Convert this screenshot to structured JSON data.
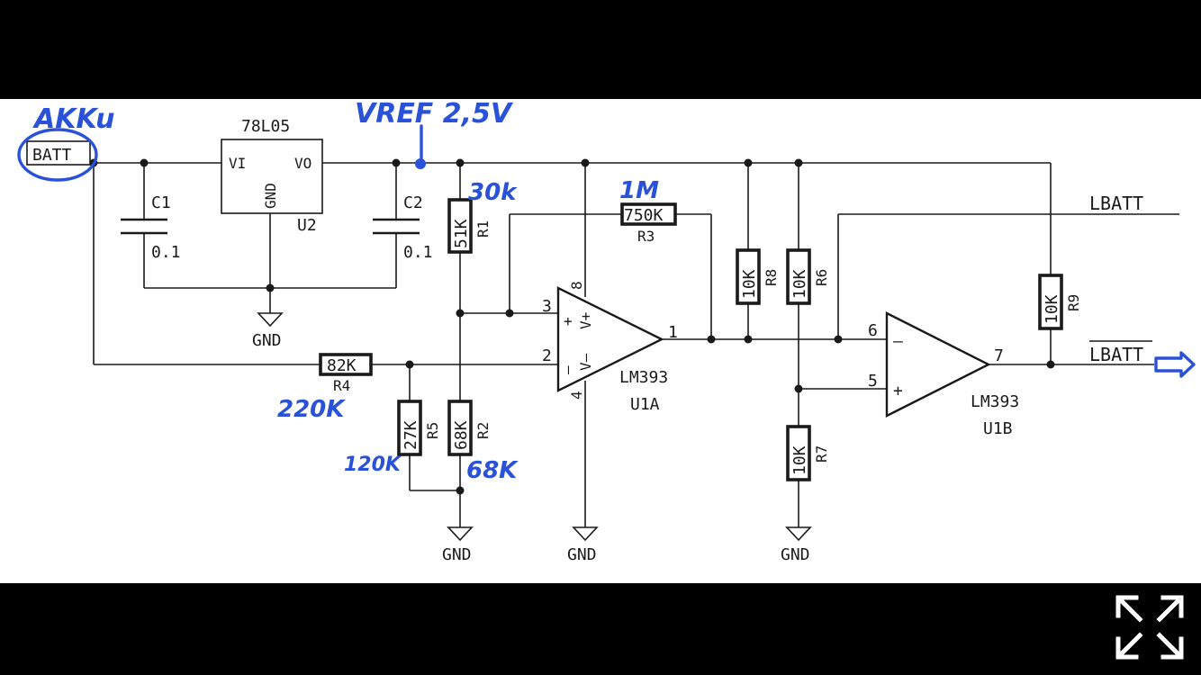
{
  "schematic": {
    "batt_label": "BATT",
    "lbatt_label": "LBATT",
    "lbatt_bar_label": "LBATT",
    "regulator": {
      "name": "78L05",
      "pin_vi": "VI",
      "pin_vo": "VO",
      "pin_gnd": "GND",
      "ref": "U2"
    },
    "c1": {
      "ref": "C1",
      "value": "0.1"
    },
    "c2": {
      "ref": "C2",
      "value": "0.1"
    },
    "r1": {
      "ref": "R1",
      "value": "51K"
    },
    "r2": {
      "ref": "R2",
      "value": "68K"
    },
    "r3": {
      "ref": "R3",
      "value": "750K"
    },
    "r4": {
      "ref": "R4",
      "value": "82K"
    },
    "r5": {
      "ref": "R5",
      "value": "27K"
    },
    "r6": {
      "ref": "R6",
      "value": "10K"
    },
    "r7": {
      "ref": "R7",
      "value": "10K"
    },
    "r8": {
      "ref": "R8",
      "value": "10K"
    },
    "r9": {
      "ref": "R9",
      "value": "10K"
    },
    "u1a": {
      "part": "LM393",
      "ref": "U1A",
      "pin3": "3",
      "pin2": "2",
      "pin1": "1",
      "pin8": "8",
      "pin4": "4",
      "in_plus": "+",
      "in_minus": "–",
      "vplus": "V+",
      "vminus": "V–"
    },
    "u1b": {
      "part": "LM393",
      "ref": "U1B",
      "pin6": "6",
      "pin5": "5",
      "pin7": "7",
      "in_minus": "–",
      "in_plus": "+"
    },
    "gnd_label": "GND"
  },
  "annotations": {
    "akku": "AKKu",
    "vref": "VREF 2,5V",
    "r1_note": "30k",
    "r3_note": "1M",
    "r4_note": "220K",
    "r5_note": "120K",
    "r2_note": "68K"
  },
  "colors": {
    "ink": "#2a52d8",
    "frame": "#000000",
    "paper": "#ffffff"
  },
  "icons": {
    "fullscreen": "expand-arrows-icon"
  }
}
